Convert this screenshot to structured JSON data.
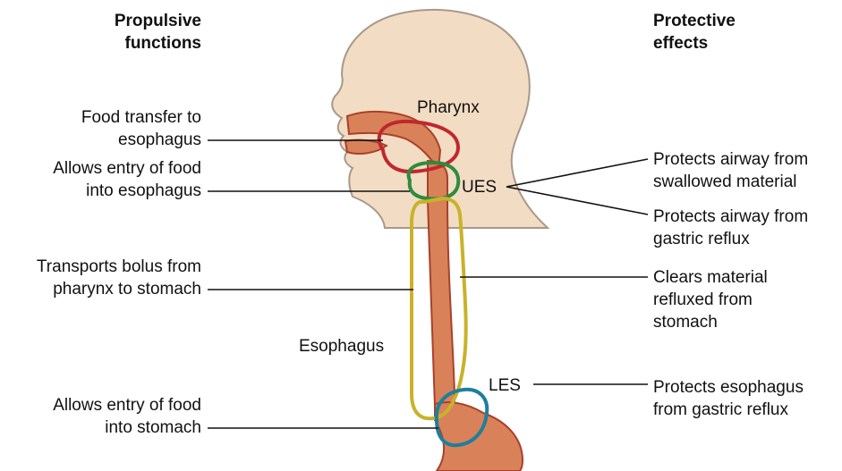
{
  "headers": {
    "left": [
      "Propulsive",
      "functions"
    ],
    "right": [
      "Protective",
      "effects"
    ]
  },
  "labels": {
    "pharynx": "Pharynx",
    "ues": "UES",
    "esophagus": "Esophagus",
    "les": "LES"
  },
  "left_items": [
    [
      "Food transfer to",
      "esophagus"
    ],
    [
      "Allows entry of food",
      "into esophagus"
    ],
    [
      "Transports bolus from",
      "pharynx to stomach"
    ],
    [
      "Allows entry of food",
      "into stomach"
    ]
  ],
  "right_items": [
    [
      "Protects airway from",
      "swallowed material"
    ],
    [
      "Protects airway from",
      "gastric reflux"
    ],
    [
      "Clears material",
      "refluxed from",
      "stomach"
    ],
    [
      "Protects esophagus",
      "from gastric reflux"
    ]
  ],
  "colors": {
    "skin": "#f2dcc3",
    "skin_outline": "#a8998a",
    "tract": "#d9825a",
    "tract_dark": "#a8412a",
    "pharynx_ring": "#c0272d",
    "ues_ring": "#2e8b3e",
    "esophagus_ring": "#c9b22a",
    "les_ring": "#1f7f9a",
    "leader": "#111111"
  }
}
